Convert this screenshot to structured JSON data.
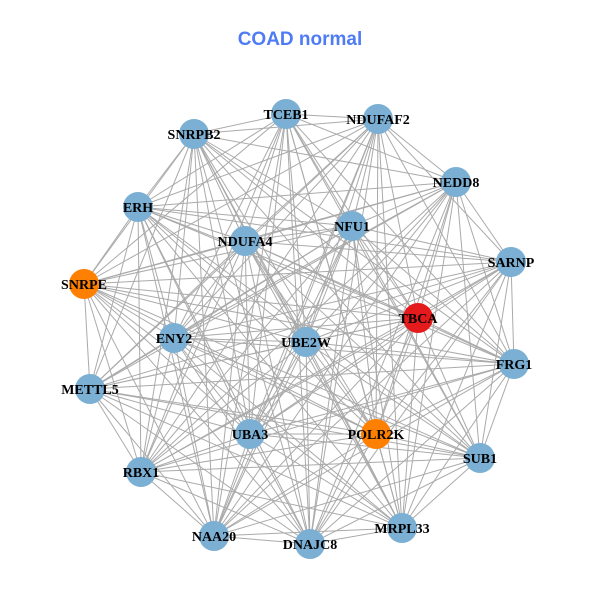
{
  "title": "COAD normal",
  "colors": {
    "default": "#7bafd4",
    "highlight_red": "#e41a1c",
    "highlight_orange": "#ff7f00",
    "edge": "#aaaaaa",
    "title": "#4f7cf5"
  },
  "nodes": [
    {
      "label": "TCEB1",
      "color": "default"
    },
    {
      "label": "NDUFAF2",
      "color": "default"
    },
    {
      "label": "SNRPB2",
      "color": "default"
    },
    {
      "label": "NEDD8",
      "color": "default"
    },
    {
      "label": "ERH",
      "color": "default"
    },
    {
      "label": "NFU1",
      "color": "default"
    },
    {
      "label": "NDUFA4",
      "color": "default"
    },
    {
      "label": "SARNP",
      "color": "default"
    },
    {
      "label": "SNRPE",
      "color": "highlight_orange"
    },
    {
      "label": "TBCA",
      "color": "highlight_red"
    },
    {
      "label": "ENY2",
      "color": "default"
    },
    {
      "label": "UBE2W",
      "color": "default"
    },
    {
      "label": "FRG1",
      "color": "default"
    },
    {
      "label": "METTL5",
      "color": "default"
    },
    {
      "label": "UBA3",
      "color": "default"
    },
    {
      "label": "POLR2K",
      "color": "highlight_orange"
    },
    {
      "label": "SUB1",
      "color": "default"
    },
    {
      "label": "RBX1",
      "color": "default"
    },
    {
      "label": "NAA20",
      "color": "default"
    },
    {
      "label": "DNAJC8",
      "color": "default"
    },
    {
      "label": "MRPL33",
      "color": "default"
    }
  ],
  "adjacency": [
    [
      1,
      2,
      3,
      4,
      5,
      6,
      8,
      9,
      10,
      11,
      12,
      14,
      15,
      16,
      17,
      18,
      19,
      20
    ],
    [
      2,
      3,
      4,
      5,
      6,
      7,
      8,
      9,
      10,
      11,
      12,
      13,
      14,
      15,
      17,
      18,
      19,
      20
    ],
    [
      3,
      4,
      5,
      6,
      8,
      9,
      10,
      11,
      12,
      13,
      14,
      15,
      16,
      17,
      18,
      19,
      20
    ],
    [
      4,
      5,
      6,
      7,
      8,
      9,
      10,
      11,
      12,
      13,
      14,
      15,
      16,
      17,
      18,
      19,
      20
    ],
    [
      5,
      6,
      7,
      8,
      9,
      10,
      11,
      12,
      13,
      14,
      15,
      16,
      17,
      18,
      19,
      20
    ],
    [
      6,
      7,
      8,
      9,
      10,
      11,
      12,
      13,
      14,
      15,
      16,
      17,
      18,
      19,
      20
    ],
    [
      7,
      8,
      9,
      10,
      11,
      12,
      13,
      14,
      15,
      16,
      17,
      18,
      19,
      20
    ],
    [
      8,
      9,
      10,
      11,
      12,
      13,
      14,
      15,
      16,
      17,
      18,
      19,
      20
    ],
    [
      9,
      10,
      11,
      12,
      13,
      14,
      15,
      16,
      17,
      18,
      19,
      20
    ],
    [
      10,
      11,
      12,
      13,
      14,
      15,
      16,
      17,
      18,
      19,
      20
    ],
    [
      11,
      12,
      13,
      14,
      15,
      16,
      17,
      18,
      19,
      20
    ],
    [
      12,
      13,
      14,
      15,
      16,
      17,
      18,
      19,
      20
    ],
    [
      13,
      14,
      15,
      16,
      17,
      18,
      19,
      20
    ],
    [
      14,
      15,
      16,
      17,
      18,
      19,
      20
    ],
    [
      15,
      16,
      17,
      18,
      19,
      20
    ],
    [
      16,
      17,
      18,
      19,
      20
    ],
    [
      17,
      18,
      19,
      20
    ],
    [
      18,
      19,
      20
    ],
    [
      19,
      20
    ],
    [
      20
    ],
    []
  ]
}
